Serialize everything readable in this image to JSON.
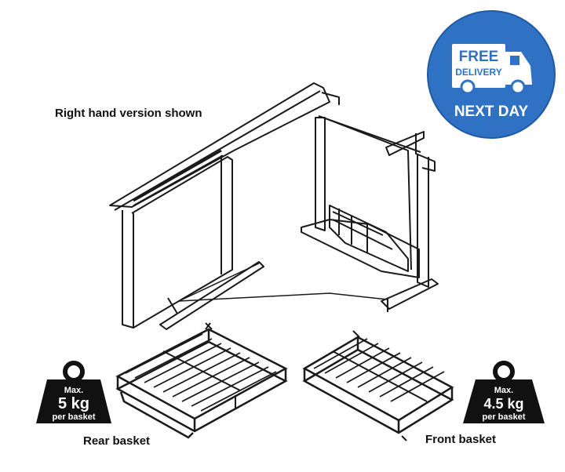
{
  "caption": "Right hand version shown",
  "badge": {
    "line1": "FREE",
    "line2": "DELIVERY",
    "line3": "NEXT DAY",
    "color": "#2f72c4"
  },
  "weights": {
    "rear": {
      "max": "Max.",
      "value": "5 kg",
      "per": "per basket"
    },
    "front": {
      "max": "Max.",
      "value": "4.5 kg",
      "per": "per basket"
    }
  },
  "labels": {
    "rear_basket": "Rear basket",
    "front_basket": "Front basket"
  },
  "icons": [
    "delivery-truck-icon",
    "weight-icon"
  ]
}
